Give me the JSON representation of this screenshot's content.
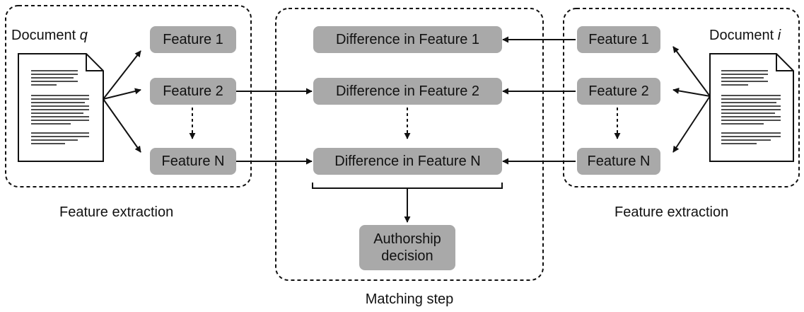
{
  "left_panel": {
    "doc_label": "Document",
    "doc_var": "q",
    "features": [
      "Feature 1",
      "Feature 2",
      "Feature N"
    ],
    "caption": "Feature extraction"
  },
  "middle_panel": {
    "differences": [
      "Difference in Feature 1",
      "Difference in Feature 2",
      "Difference in Feature N"
    ],
    "decision_line1": "Authorship",
    "decision_line2": "decision",
    "caption": "Matching step"
  },
  "right_panel": {
    "doc_label": "Document",
    "doc_var": "i",
    "features": [
      "Feature 1",
      "Feature 2",
      "Feature N"
    ],
    "caption": "Feature extraction"
  },
  "colors": {
    "node_fill": "#a9a9a9",
    "line": "#111111"
  }
}
